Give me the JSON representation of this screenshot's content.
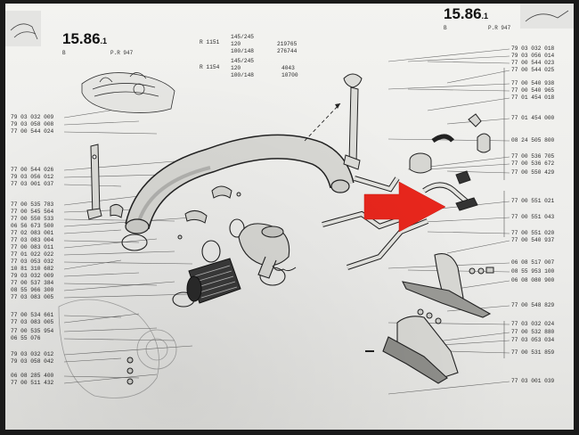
{
  "page": {
    "left_number": "15.86",
    "left_suffix": ".1",
    "left_sub_b": "B",
    "left_sub_pr": "P.R 947",
    "right_number": "15.86",
    "right_suffix": ".1",
    "right_sub_b": "B",
    "right_sub_pr": "P.R 947"
  },
  "applicability": [
    {
      "model": "R 1151",
      "lines": [
        "145/245",
        "120",
        "100/148"
      ],
      "refs": [
        "",
        "219765",
        "276744"
      ]
    },
    {
      "model": "R 1154",
      "lines": [
        "145/245",
        "120",
        "100/148"
      ],
      "refs": [
        "",
        "4043",
        "10700"
      ]
    }
  ],
  "left_refs": [
    "79 03 032 009",
    "79 03 058 008",
    "77 00 544 024",
    "77 00 544 026",
    "79 03 056 012",
    "77 03 001 037",
    "77 00 535 783",
    "77 00 545 564",
    "77 00 550 533",
    "06 56 673 500",
    "77 02 083 001",
    "77 03 083 004",
    "77 00 083 011",
    "77 01 022 022",
    "77 03 053 032",
    "10 81 310 682",
    "79 03 032 009",
    "77 00 537 384",
    "08 55 966 300",
    "77 03 083 005",
    "77 00 534 661",
    "77 03 083 005",
    "77 00 535 954",
    "06 55 076 ",
    "79 03 032 012",
    "79 03 058 042",
    "06 08 285 400",
    "77 00 511 432"
  ],
  "right_refs": [
    "79 03 032 018",
    "79 03 056 014",
    "77 00 544 023",
    "77 00 544 025",
    "77 00 540 938",
    "77 00 540 965",
    "77 01 454 018",
    "77 01 454 000",
    "08 24 505 800",
    "77 00 536 705",
    "77 00 536 672",
    "77 00 550 429",
    "77 00 551 021",
    "77 00 551 043",
    "77 00 551 020",
    "77 00 540 937",
    "06 08 517 007",
    "08 55 953 100",
    "06 08 080 900",
    "77 00 548 829",
    "77 03 032 024",
    "77 00 532 880",
    "77 03 053 034",
    "77 00 531 859",
    "77 03 001 039"
  ],
  "colors": {
    "arrow": "#e8261c",
    "ink": "#2a2a2a",
    "paper": "#efefec"
  }
}
